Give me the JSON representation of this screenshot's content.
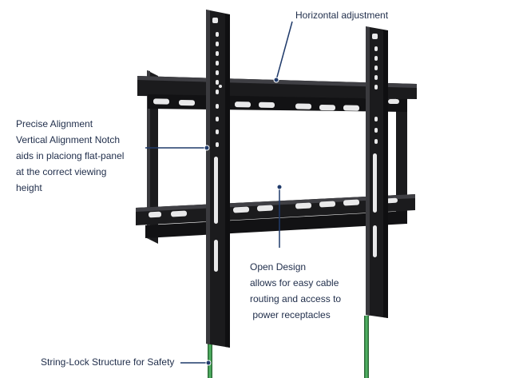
{
  "annotations": {
    "horizontal_adjustment": {
      "lines": [
        "Horizontal adjustment"
      ]
    },
    "precise_alignment": {
      "lines": [
        "Precise Alignment",
        "Vertical Alignment Notch",
        "aids in placiong flat-panel",
        "at the correct viewing",
        "height"
      ]
    },
    "open_design": {
      "lines": [
        "Open Design",
        "allows for easy cable",
        "routing and access to",
        " power receptacles"
      ]
    },
    "string_lock": {
      "lines": [
        "String-Lock Structure for Safety"
      ]
    }
  },
  "colors": {
    "text": "#1f2d4a",
    "leader_line": "#1f3a6a",
    "bracket_metal": "#1b1b1d",
    "bracket_shade": "#3a3a3e",
    "slot": "#e9e9ea",
    "safety_string": "#3f9a4f"
  },
  "icons": [
    "tv-wall-mount-bracket-illustration",
    "safety-string",
    "leader-dot"
  ]
}
